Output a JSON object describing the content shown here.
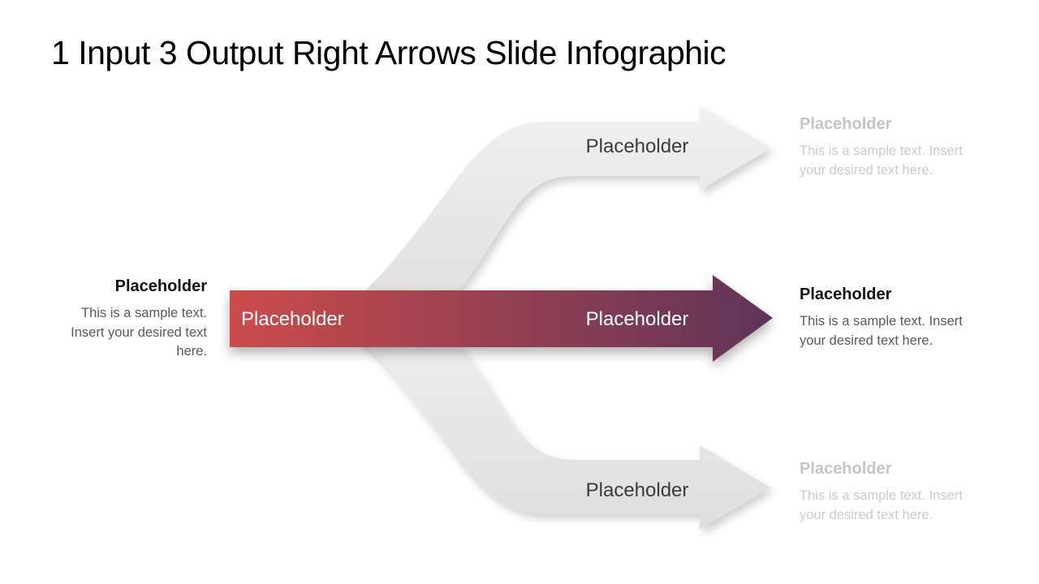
{
  "title": "1 Input 3 Output Right Arrows Slide Infographic",
  "colors": {
    "main_arrow_start": "#cc4b4b",
    "main_arrow_end": "#5f3458",
    "gray_arrow_light": "#f0f0f0",
    "gray_arrow_dark": "#dedede"
  },
  "input": {
    "heading": "Placeholder",
    "body": "This is a sample text. Insert your desired text here."
  },
  "main_arrow": {
    "label_start": "Placeholder",
    "label_end": "Placeholder"
  },
  "branch_arrows": {
    "top_label": "Placeholder",
    "bottom_label": "Placeholder"
  },
  "outputs": {
    "top": {
      "heading": "Placeholder",
      "body": "This is a sample text. Insert your desired text here."
    },
    "middle": {
      "heading": "Placeholder",
      "body": "This is a sample text. Insert your desired text here."
    },
    "bottom": {
      "heading": "Placeholder",
      "body": "This is a sample text. Insert your desired text here."
    }
  }
}
